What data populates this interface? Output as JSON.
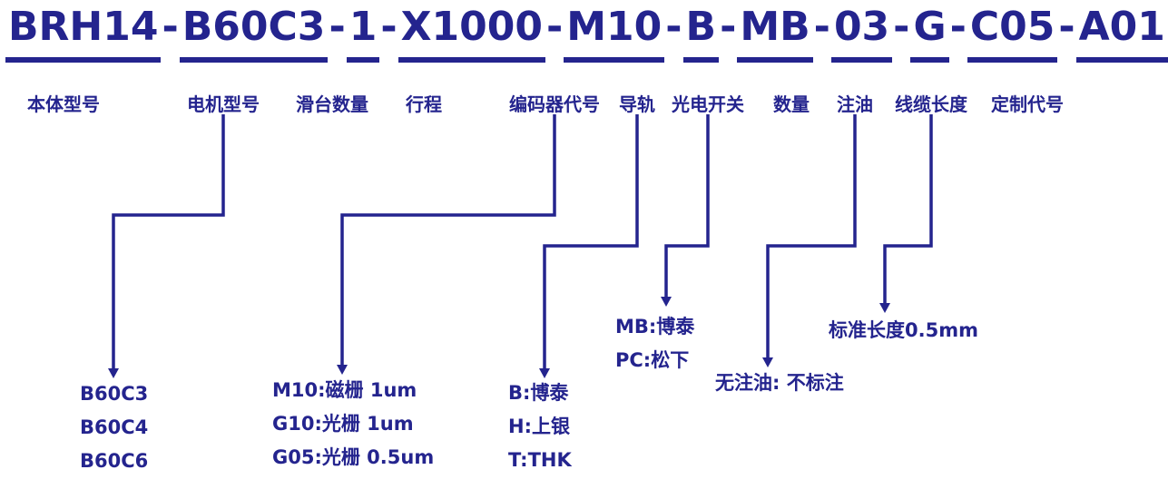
{
  "colors": {
    "ink": "#24248e",
    "background": "#ffffff"
  },
  "code": {
    "full_code": "BRH14-B60C3-1-X1000-M10-B-MB-03-G-C05-A01",
    "separator": "-",
    "segments": [
      {
        "text": "BRH14",
        "label": "本体型号"
      },
      {
        "text": "B60C3",
        "label": "电机型号"
      },
      {
        "text": "1",
        "label": "滑台数量"
      },
      {
        "text": "X1000",
        "label": "行程"
      },
      {
        "text": "M10",
        "label": "编码器代号"
      },
      {
        "text": "B",
        "label": "导轨"
      },
      {
        "text": "MB",
        "label": "光电开关"
      },
      {
        "text": "03",
        "label": "数量"
      },
      {
        "text": "G",
        "label": "注油"
      },
      {
        "text": "C05",
        "label": "线缆长度"
      },
      {
        "text": "A01",
        "label": "定制代号"
      }
    ]
  },
  "legends": {
    "motor": {
      "lines": [
        "B60C3",
        "B60C4",
        "B60C6"
      ]
    },
    "encoder": {
      "lines": [
        "M10:磁栅 1um",
        "G10:光栅 1um",
        "G05:光栅 0.5um"
      ]
    },
    "rail": {
      "lines": [
        "B:博泰",
        "H:上银",
        "T:THK"
      ]
    },
    "switch": {
      "lines": [
        "MB:博泰",
        "PC:松下"
      ]
    },
    "oil": {
      "lines": [
        "无注油: 不标注"
      ]
    },
    "cable": {
      "lines": [
        "标准长度0.5mm"
      ]
    }
  }
}
